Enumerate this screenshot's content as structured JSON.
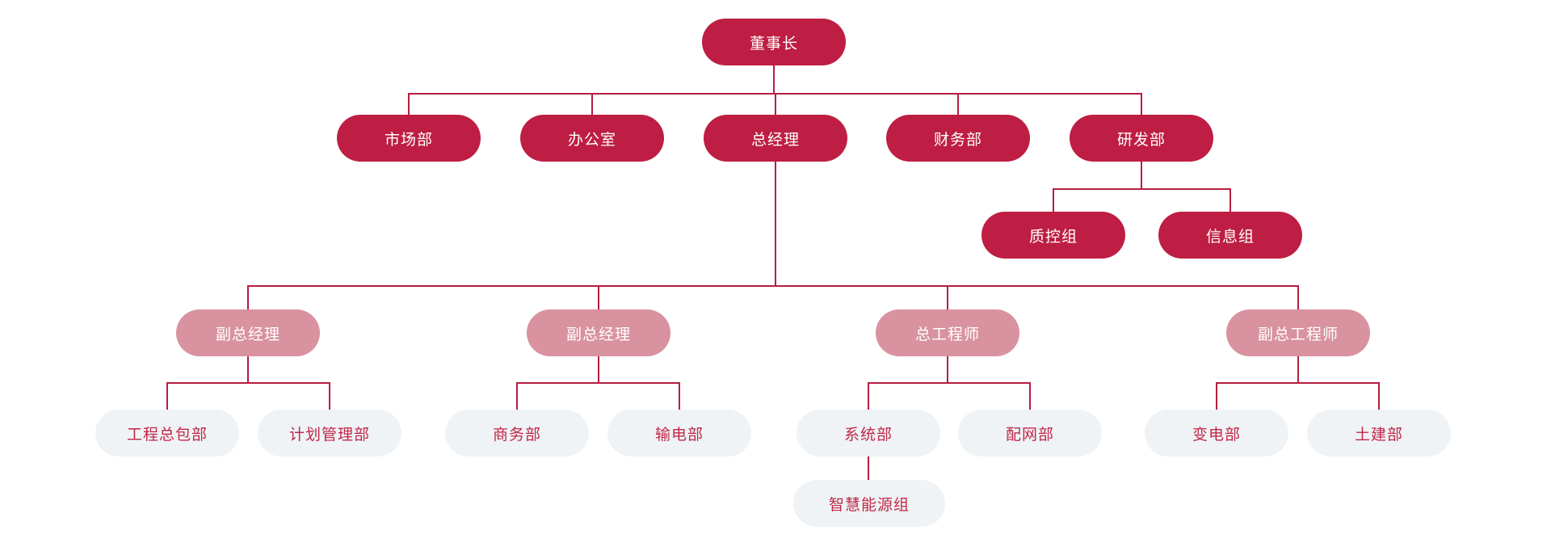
{
  "chart": {
    "type": "org-chart",
    "colors": {
      "primary": "#be1e43",
      "secondary": "#d992a0",
      "tertiary_bg": "#eff3f6",
      "tertiary_text": "#c22747",
      "line": "#b71e40",
      "text_on_fill": "#ffffff",
      "background": "#ffffff"
    },
    "nodes": [
      {
        "id": "chairman",
        "label": "董事长",
        "variant": "primary",
        "parent": null
      },
      {
        "id": "marketing-dept",
        "label": "市场部",
        "variant": "primary",
        "parent": "chairman"
      },
      {
        "id": "office",
        "label": "办公室",
        "variant": "primary",
        "parent": "chairman"
      },
      {
        "id": "general-manager",
        "label": "总经理",
        "variant": "primary",
        "parent": "chairman"
      },
      {
        "id": "finance-dept",
        "label": "财务部",
        "variant": "primary",
        "parent": "chairman"
      },
      {
        "id": "rnd-dept",
        "label": "研发部",
        "variant": "primary",
        "parent": "chairman"
      },
      {
        "id": "qc-group",
        "label": "质控组",
        "variant": "primary",
        "parent": "rnd-dept"
      },
      {
        "id": "info-group",
        "label": "信息组",
        "variant": "primary",
        "parent": "rnd-dept"
      },
      {
        "id": "deputy-gm-1",
        "label": "副总经理",
        "variant": "secondary",
        "parent": "general-manager"
      },
      {
        "id": "deputy-gm-2",
        "label": "副总经理",
        "variant": "secondary",
        "parent": "general-manager"
      },
      {
        "id": "chief-engineer",
        "label": "总工程师",
        "variant": "secondary",
        "parent": "general-manager"
      },
      {
        "id": "deputy-chief-eng",
        "label": "副总工程师",
        "variant": "secondary",
        "parent": "general-manager"
      },
      {
        "id": "epc-dept",
        "label": "工程总包部",
        "variant": "tertiary",
        "parent": "deputy-gm-1"
      },
      {
        "id": "planning-mgmt-dept",
        "label": "计划管理部",
        "variant": "tertiary",
        "parent": "deputy-gm-1"
      },
      {
        "id": "commerce-dept",
        "label": "商务部",
        "variant": "tertiary",
        "parent": "deputy-gm-2"
      },
      {
        "id": "transmission-dept",
        "label": "输电部",
        "variant": "tertiary",
        "parent": "deputy-gm-2"
      },
      {
        "id": "system-dept",
        "label": "系统部",
        "variant": "tertiary",
        "parent": "chief-engineer"
      },
      {
        "id": "distribution-dept",
        "label": "配网部",
        "variant": "tertiary",
        "parent": "chief-engineer"
      },
      {
        "id": "smart-energy-group",
        "label": "智慧能源组",
        "variant": "tertiary",
        "parent": "system-dept"
      },
      {
        "id": "substation-dept",
        "label": "变电部",
        "variant": "tertiary",
        "parent": "deputy-chief-eng"
      },
      {
        "id": "civil-works-dept",
        "label": "土建部",
        "variant": "tertiary",
        "parent": "deputy-chief-eng"
      }
    ]
  }
}
